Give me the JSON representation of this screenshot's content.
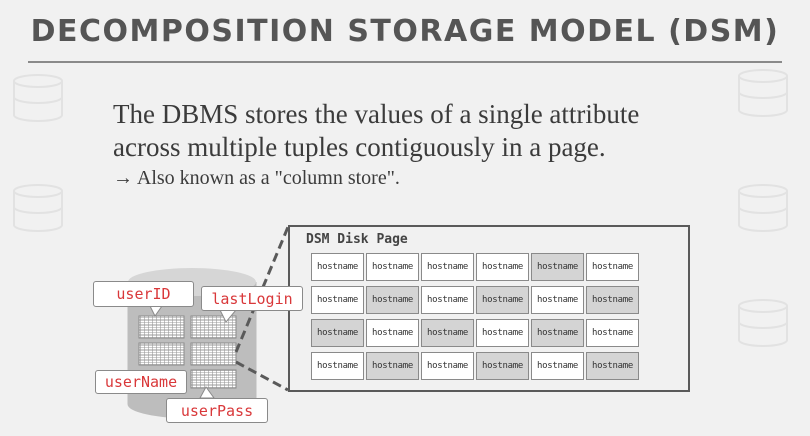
{
  "slide": {
    "title": "DECOMPOSITION STORAGE MODEL (DSM)",
    "lines": [
      "The DBMS stores the values of a single attribute",
      "across multiple tuples contiguously in a page."
    ],
    "subpoint": "→ Also known as a \"column store\"."
  },
  "diagram": {
    "page_title": "DSM Disk Page",
    "cell_label": "hostname",
    "rows": [
      [
        "hostname",
        "hostname",
        "hostname",
        "hostname",
        "hostname",
        "hostname"
      ],
      [
        "hostname",
        "hostname",
        "hostname",
        "hostname",
        "hostname",
        "hostname"
      ],
      [
        "hostname",
        "hostname",
        "hostname",
        "hostname",
        "hostname",
        "hostname"
      ],
      [
        "hostname",
        "hostname",
        "hostname",
        "hostname",
        "hostname",
        "hostname"
      ]
    ],
    "callouts": {
      "user_id": "userID",
      "last_login": "lastLogin",
      "user_name": "userName",
      "user_pass": "userPass"
    }
  },
  "colors": {
    "background": "#f1f1f1",
    "title": "#555555",
    "callout_text": "#d9383a",
    "cell_white": "#ffffff",
    "cell_gray": "#d4d4d4",
    "frame": "#5a5a5a"
  },
  "icons": [
    "database-icon"
  ]
}
